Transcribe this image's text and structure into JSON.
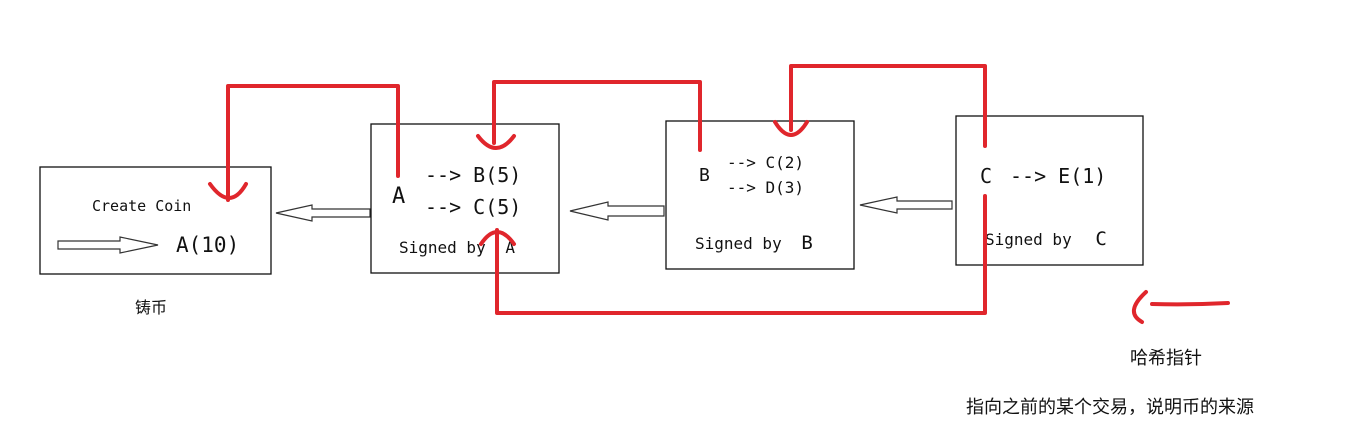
{
  "blocks": {
    "coinbase": {
      "title": "Create Coin",
      "output": "A(10)",
      "caption": "铸币"
    },
    "tx_a": {
      "sender": "A",
      "line1": "--> B(5)",
      "line2": "--> C(5)",
      "footer_prefix": "Signed by",
      "footer_signer": "A"
    },
    "tx_b": {
      "sender": "B",
      "line1": "--> C(2)",
      "line2": "--> D(3)",
      "footer_prefix": "Signed by",
      "footer_signer": "B"
    },
    "tx_c": {
      "sender": "C",
      "line1": "--> E(1)",
      "footer_prefix": "Signed by",
      "footer_signer": "C"
    }
  },
  "legend": {
    "label": "哈希指针",
    "description": "指向之前的某个交易，说明币的来源"
  },
  "colors": {
    "hash_pointer": "#e0262c",
    "box_stroke": "#111111"
  }
}
